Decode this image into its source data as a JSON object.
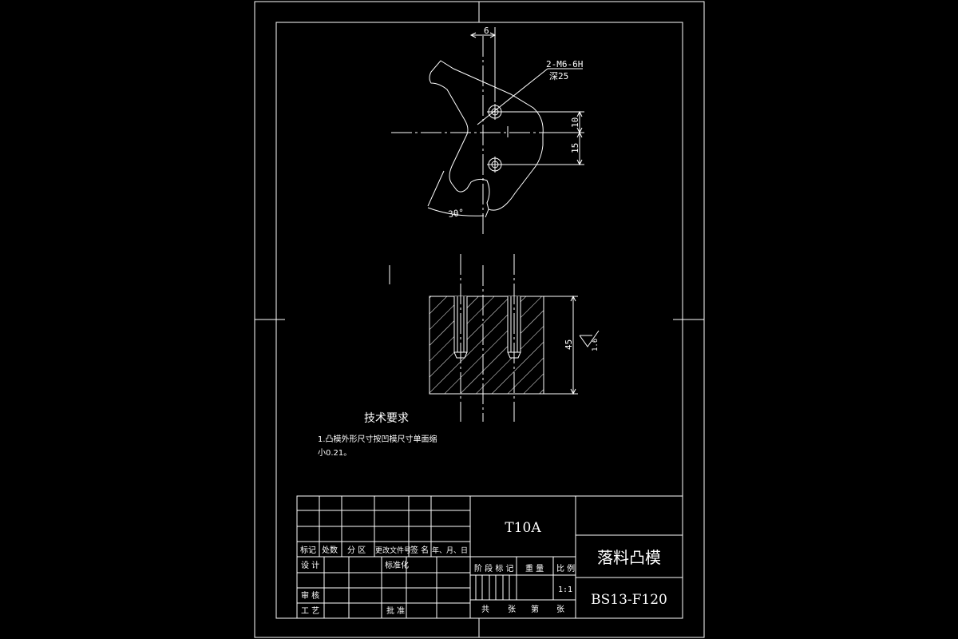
{
  "drawing": {
    "material": "T10A",
    "part_name": "落料凸模",
    "drawing_number": "BS13-F120",
    "scale": "1:1"
  },
  "dimensions": {
    "d6": "6",
    "hole_callout_line1": "2-M6-6H",
    "hole_callout_line2": "深25",
    "d10": "10",
    "d15": "15",
    "angle": "30°",
    "height": "45",
    "roughness": "1.6"
  },
  "tech": {
    "title": "技术要求",
    "note_line1": "1.凸模外形尺寸按凹模尺寸单面缩",
    "note_line2": "小0.21。"
  },
  "title_block": {
    "row_headers": [
      "标记",
      "处数",
      "分 区",
      "更改文件号",
      "签 名",
      "年、月、日"
    ],
    "design": "设 计",
    "standardization": "标准化",
    "review": "审 核",
    "process": "工 艺",
    "approve": "批 准",
    "stage_mark": "阶 段 标 记",
    "weight": "重 量",
    "scale_label": "比 例",
    "sheets": [
      "共",
      "张",
      "第",
      "张"
    ]
  }
}
